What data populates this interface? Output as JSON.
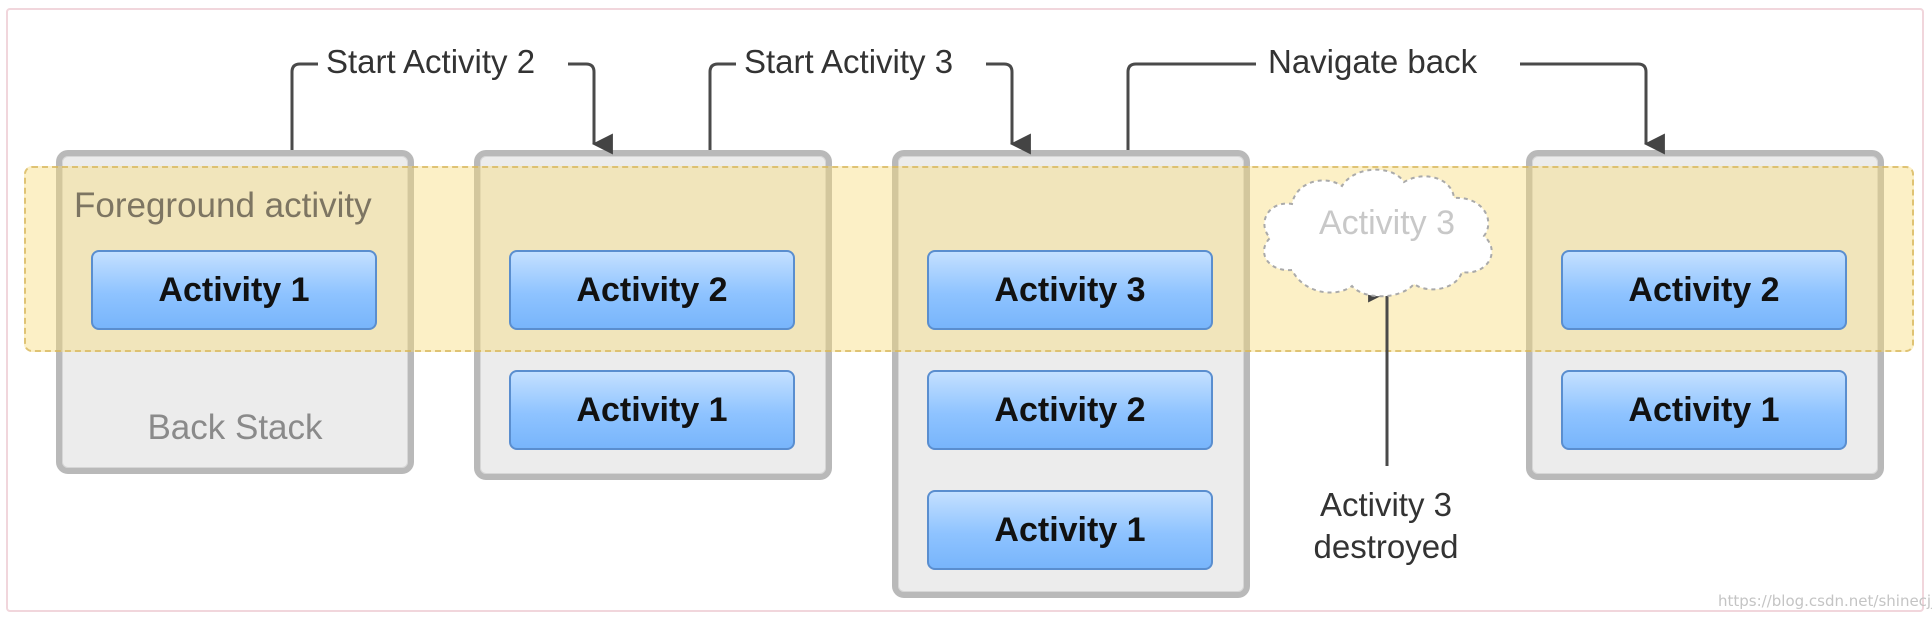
{
  "steps": {
    "start_activity_2": "Start Activity 2",
    "start_activity_3": "Start Activity 3",
    "navigate_back": "Navigate back"
  },
  "band_label": "Foreground activity",
  "back_stack_label": "Back Stack",
  "stacks": [
    {
      "activities": [
        "Activity 1"
      ]
    },
    {
      "activities": [
        "Activity 2",
        "Activity 1"
      ]
    },
    {
      "activities": [
        "Activity 3",
        "Activity 2",
        "Activity 1"
      ]
    },
    {
      "activities": [
        "Activity 2",
        "Activity 1"
      ]
    }
  ],
  "destroyed": {
    "cloud_label": "Activity 3",
    "caption_line1": "Activity 3",
    "caption_line2": "destroyed"
  },
  "watermark": "https://blog.csdn.net/shinecjj"
}
